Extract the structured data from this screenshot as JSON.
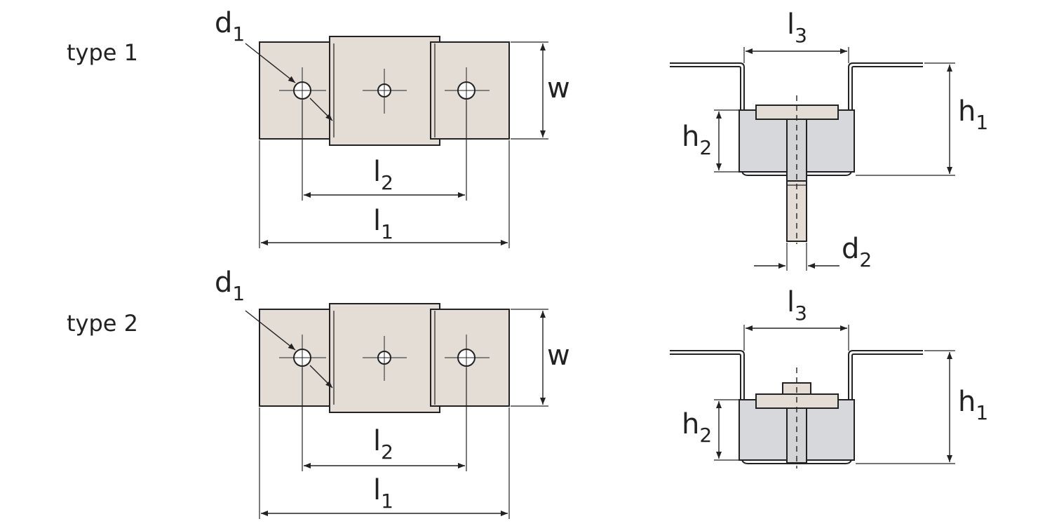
{
  "views": [
    {
      "type_label": "type 1",
      "labels": {
        "d1": {
          "main": "d",
          "sub": "1"
        },
        "w": {
          "main": "w"
        },
        "l2": {
          "main": "l",
          "sub": "2"
        },
        "l1": {
          "main": "l",
          "sub": "1"
        },
        "l3": {
          "main": "l",
          "sub": "3"
        },
        "h1": {
          "main": "h",
          "sub": "1"
        },
        "h2": {
          "main": "h",
          "sub": "2"
        },
        "d2": {
          "main": "d",
          "sub": "2"
        }
      }
    },
    {
      "type_label": "type 2",
      "labels": {
        "d1": {
          "main": "d",
          "sub": "1"
        },
        "w": {
          "main": "w"
        },
        "l2": {
          "main": "l",
          "sub": "2"
        },
        "l1": {
          "main": "l",
          "sub": "1"
        },
        "l3": {
          "main": "l",
          "sub": "3"
        },
        "h1": {
          "main": "h",
          "sub": "1"
        },
        "h2": {
          "main": "h",
          "sub": "2"
        }
      }
    }
  ],
  "colors": {
    "plate": "#e3ddd5",
    "block": "#d6d8db",
    "outline": "#222222"
  }
}
